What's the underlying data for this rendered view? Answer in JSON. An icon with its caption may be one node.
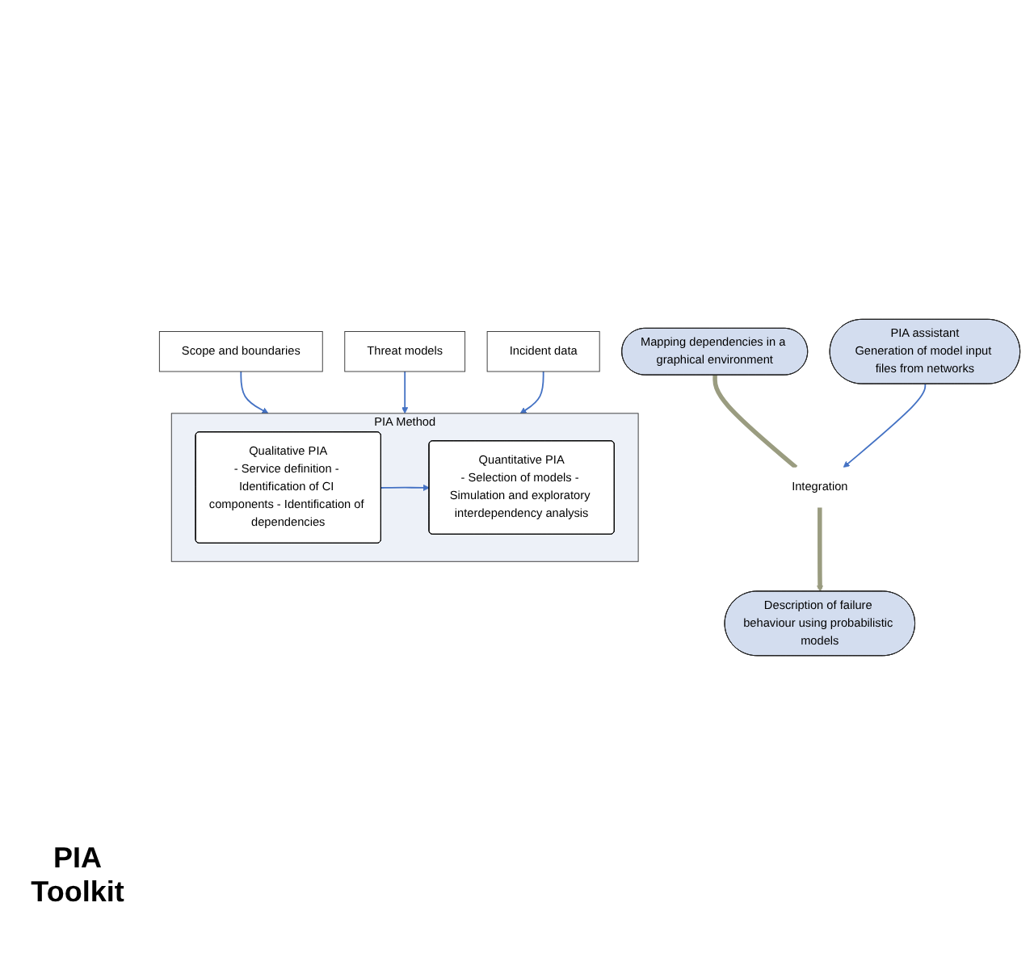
{
  "diagram": {
    "nodes": [
      {
        "text": [
          "Scope and boundaries"
        ]
      },
      {
        "text": [
          "Threat models"
        ]
      },
      {
        "text": [
          "Incident data"
        ]
      },
      {
        "text": [
          "PIA Method"
        ]
      },
      {
        "text": [
          "Qualitative PIA",
          "- Service definition - Identification of CI components - Identification of dependencies"
        ],
        "in": 3
      },
      {
        "text": [
          "Quantitative PIA",
          "- Selection of models - Simulation and exploratory interdependency analysis"
        ],
        "in": 3
      },
      {
        "text": [
          "Mapping dependencies in a graphical environment"
        ]
      },
      {
        "text": [
          "Integration"
        ]
      },
      {
        "text": [
          "Description of failure behaviour using probabilistic models"
        ]
      },
      {
        "text": [
          "PIA assistant",
          "Generation of model input files from networks"
        ]
      }
    ],
    "edges": [
      {
        "from": 0,
        "to": 3,
        "arrow": "to"
      },
      {
        "from": 1,
        "to": 3,
        "arrow": "to"
      },
      {
        "from": 2,
        "to": 3,
        "arrow": "to"
      },
      {
        "from": 4,
        "to": 5,
        "arrow": "to"
      },
      {
        "from": 6,
        "to": 7,
        "arrow": "none",
        "style": "thick",
        "color": "#9a9c80"
      },
      {
        "from": 7,
        "to": 8,
        "arrow": "to",
        "style": "thick",
        "color": "#9a9c80"
      },
      {
        "from": 9,
        "to": 7,
        "arrow": "to"
      }
    ],
    "labels": [
      "PIA Toolkit"
    ]
  }
}
